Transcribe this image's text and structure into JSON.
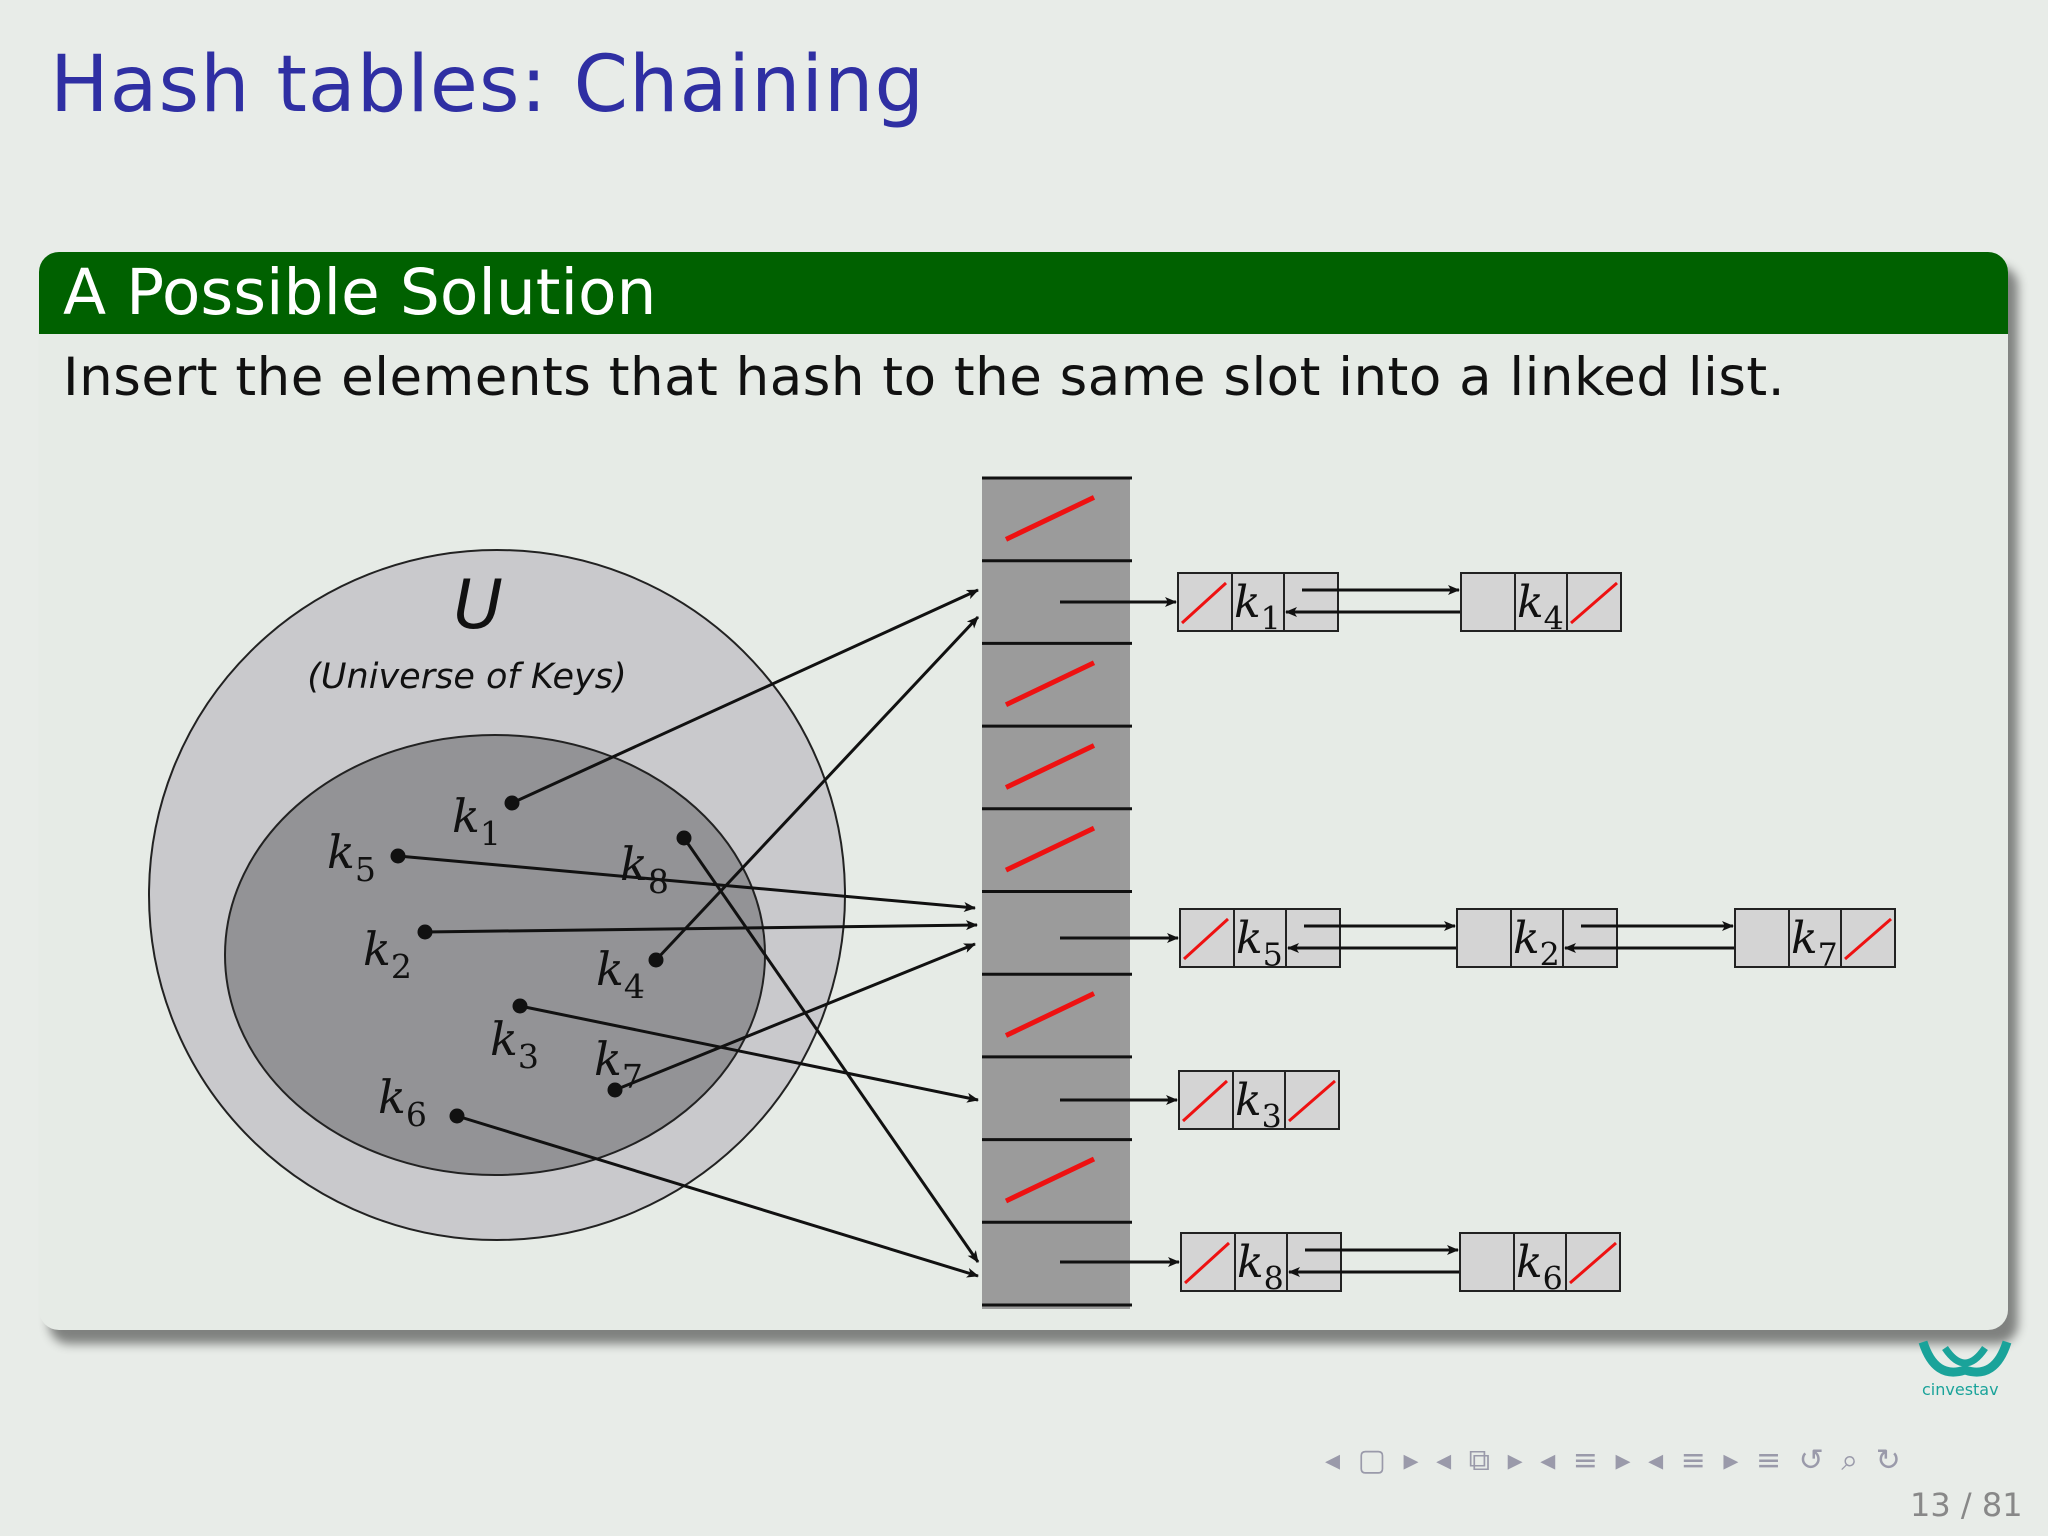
{
  "slide": {
    "title": "Hash tables: Chaining"
  },
  "block": {
    "header": "A Possible Solution",
    "body": "Insert the elements that hash to the same slot into a linked list."
  },
  "universe": {
    "label": "U",
    "caption": "(Universe of Keys)"
  },
  "keys": [
    {
      "name": "k",
      "sub": "1",
      "slot": 1
    },
    {
      "name": "k",
      "sub": "5",
      "slot": 5
    },
    {
      "name": "k",
      "sub": "8",
      "slot": 9
    },
    {
      "name": "k",
      "sub": "2",
      "slot": 5
    },
    {
      "name": "k",
      "sub": "4",
      "slot": 1
    },
    {
      "name": "k",
      "sub": "3",
      "slot": 7
    },
    {
      "name": "k",
      "sub": "7",
      "slot": 5
    },
    {
      "name": "k",
      "sub": "6",
      "slot": 9
    }
  ],
  "table": {
    "slots": 10,
    "nil_slots": [
      0,
      2,
      3,
      4,
      6,
      8
    ]
  },
  "chains": [
    {
      "slot": 1,
      "nodes": [
        {
          "name": "k",
          "sub": "1"
        },
        {
          "name": "k",
          "sub": "4"
        }
      ]
    },
    {
      "slot": 5,
      "nodes": [
        {
          "name": "k",
          "sub": "5"
        },
        {
          "name": "k",
          "sub": "2"
        },
        {
          "name": "k",
          "sub": "7"
        }
      ]
    },
    {
      "slot": 7,
      "nodes": [
        {
          "name": "k",
          "sub": "3"
        }
      ]
    },
    {
      "slot": 9,
      "nodes": [
        {
          "name": "k",
          "sub": "8"
        },
        {
          "name": "k",
          "sub": "6"
        }
      ]
    }
  ],
  "colors": {
    "title": "#2f2fa3",
    "block_header": "#006100",
    "nil_slash": "#ee1111",
    "table_fill": "#9b9b9b",
    "node_fill": "#d4d4d4"
  },
  "logo": {
    "text": "cinvestav"
  },
  "footer": {
    "nav": "◂ ▢ ▸ ◂ ⧉ ▸ ◂ ≡ ▸ ◂ ≡ ▸   ≡   ↺ ⌕ ↻",
    "page": "13 / 81"
  }
}
